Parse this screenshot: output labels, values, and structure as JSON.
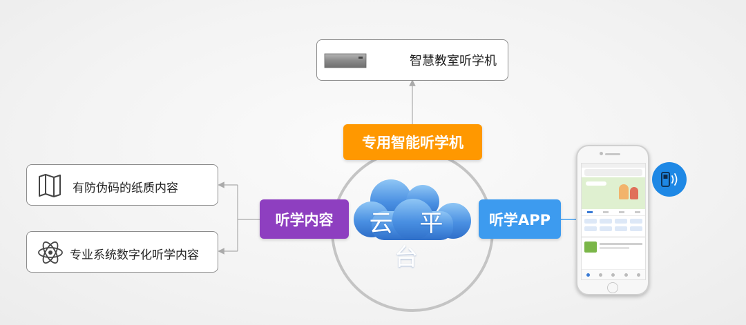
{
  "center": {
    "label": "云 平 台"
  },
  "nodes": {
    "top_tag": "专用智能听学机",
    "left_tag": "听学内容",
    "right_tag": "听学APP"
  },
  "boxes": {
    "classroom": "智慧教室听学机",
    "paper": "有防伪码的纸质内容",
    "digital": "专业系统数字化听学内容"
  },
  "colors": {
    "top_tag": "#FF9800",
    "left_tag": "#8E3FC0",
    "right_tag": "#3D9BEF",
    "cloud": "#4A90E2",
    "phone_badge": "#1E88E5"
  },
  "icons": [
    "device-icon",
    "map-icon",
    "atom-icon",
    "cloud-icon",
    "smartphone-icon",
    "phone-signal-icon"
  ]
}
